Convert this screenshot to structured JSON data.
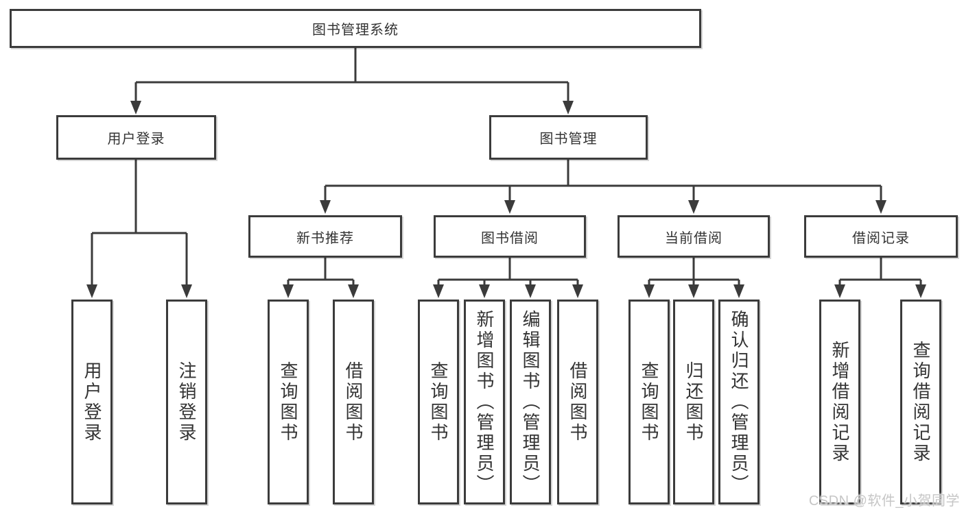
{
  "diagram": {
    "type": "hierarchy-flowchart",
    "root": {
      "label": "图书管理系统",
      "children": [
        {
          "label": "用户登录",
          "children": [
            {
              "label": "用户登录"
            },
            {
              "label": "注销登录"
            }
          ]
        },
        {
          "label": "图书管理",
          "children": [
            {
              "label": "新书推荐",
              "children": [
                {
                  "label": "查询图书"
                },
                {
                  "label": "借阅图书"
                }
              ]
            },
            {
              "label": "图书借阅",
              "children": [
                {
                  "label": "查询图书"
                },
                {
                  "label": "新增图书（管理员）"
                },
                {
                  "label": "编辑图书（管理员）"
                },
                {
                  "label": "借阅图书"
                }
              ]
            },
            {
              "label": "当前借阅",
              "children": [
                {
                  "label": "查询图书"
                },
                {
                  "label": "归还图书"
                },
                {
                  "label": "确认归还（管理员）"
                }
              ]
            },
            {
              "label": "借阅记录",
              "children": [
                {
                  "label": "新增借阅记录"
                },
                {
                  "label": "查询借阅记录"
                }
              ]
            }
          ]
        }
      ]
    }
  },
  "watermark": {
    "text": "CSDN @软件_小贺同学"
  },
  "colors": {
    "line": "#3b3b3b",
    "text": "#333333",
    "watermark": "#c6c6c6",
    "background": "#ffffff"
  }
}
